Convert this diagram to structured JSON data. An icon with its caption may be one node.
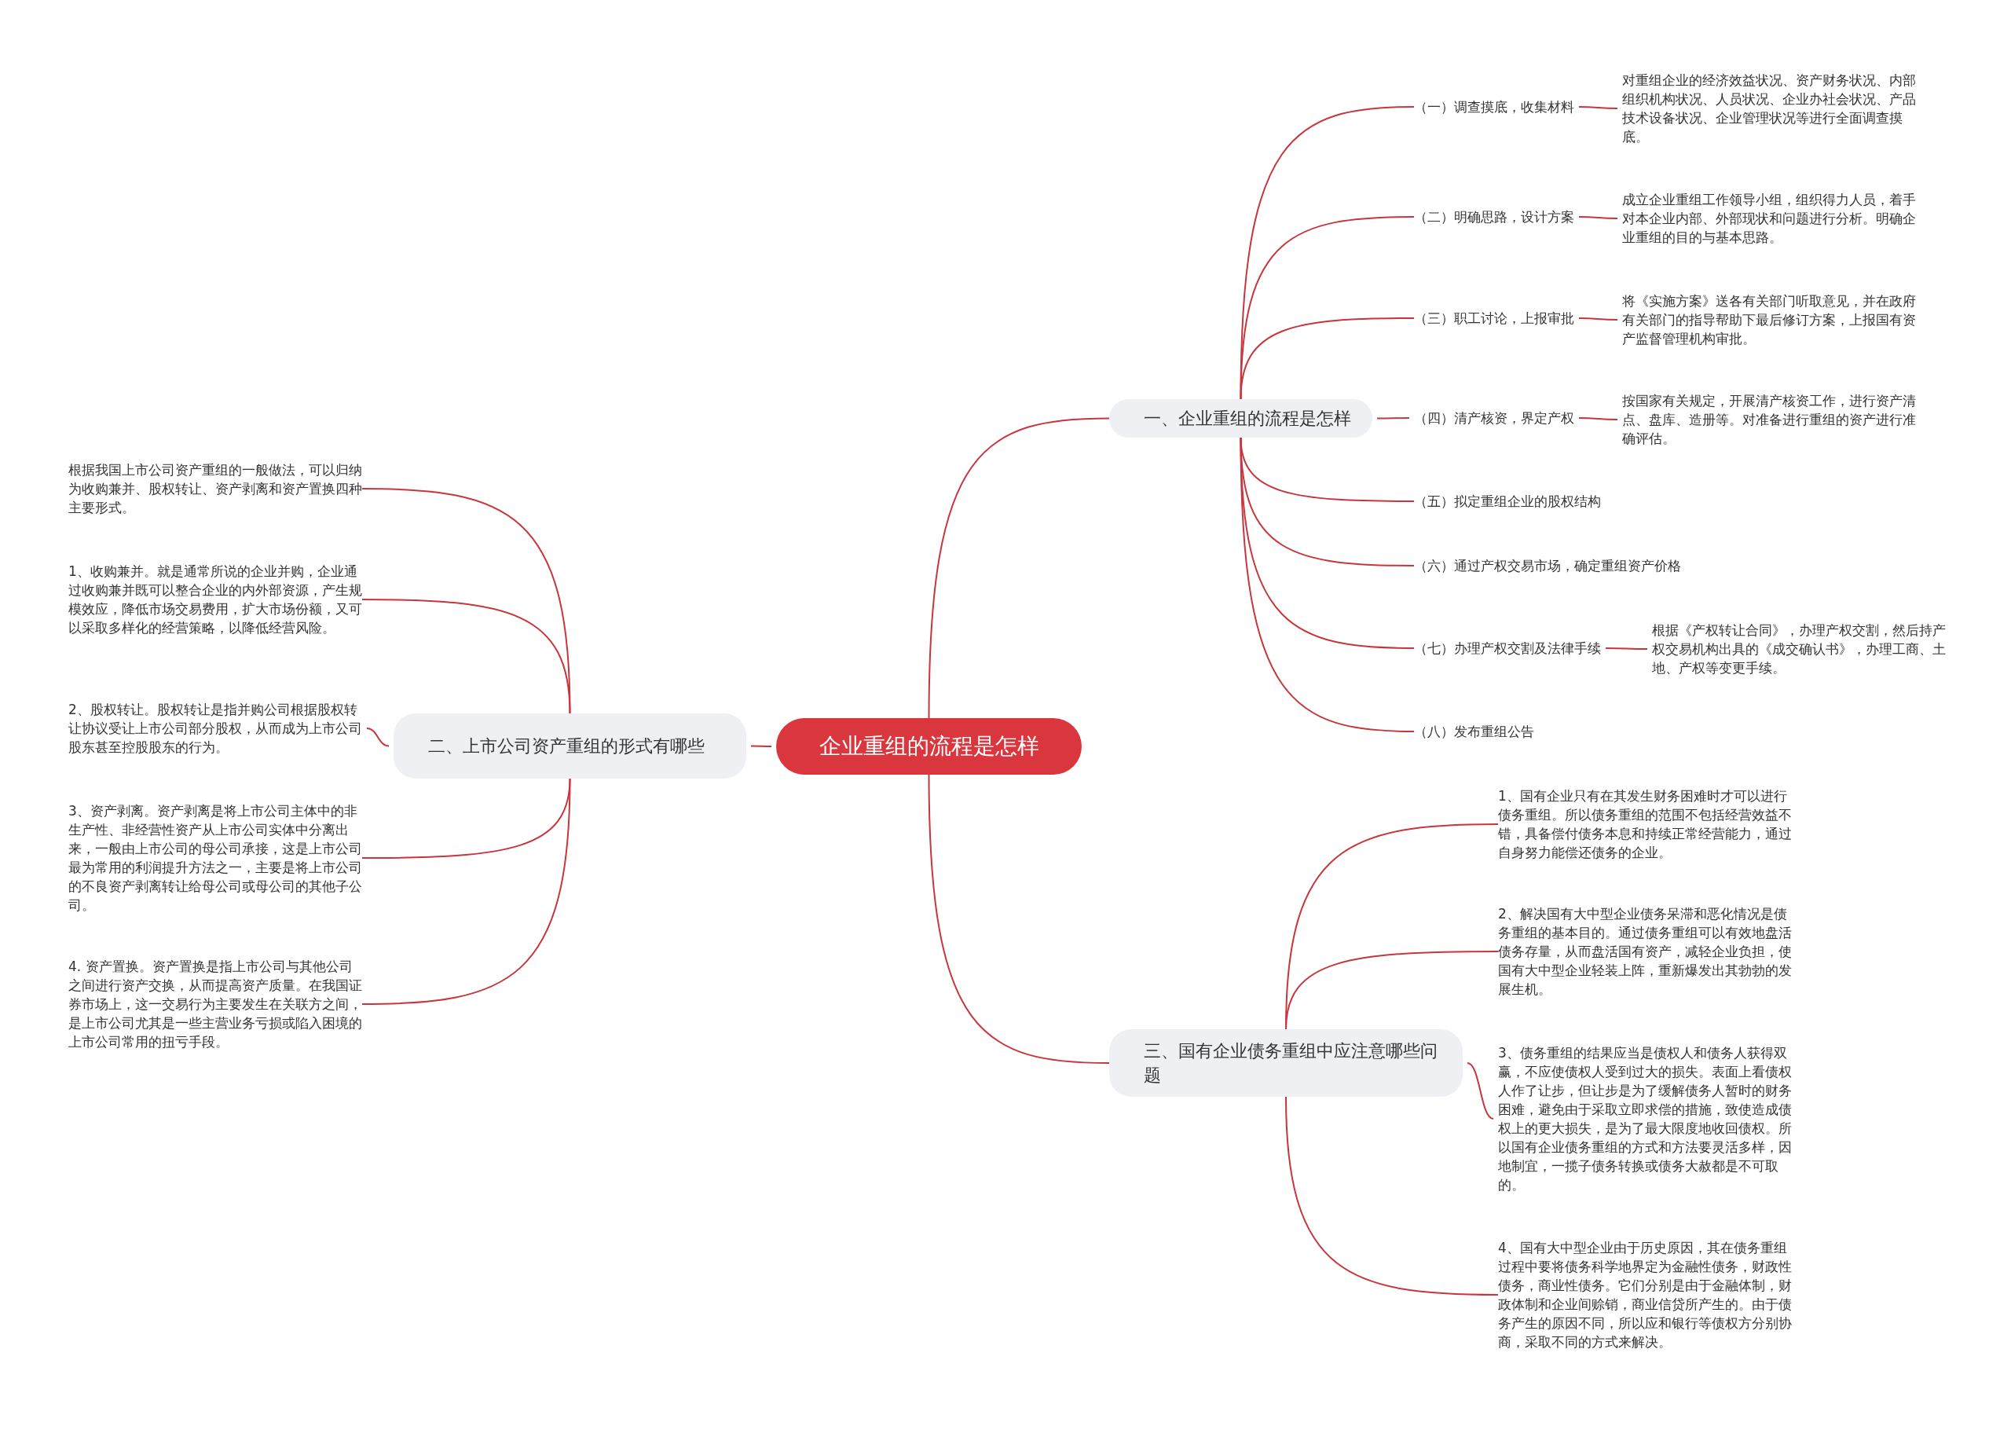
{
  "diagram": {
    "nodes": [
      {
        "text": [
          "企业重组的流程是怎样"
        ]
      },
      {
        "text": [
          "一、企业重组的流程是怎样"
        ]
      },
      {
        "text": [
          "（一）调查摸底，收集材料"
        ]
      },
      {
        "text": [
          "对重组企业的经济效益状况、资产财务状况、内部组织机构状况、人员状况、企业办社会状况、产品技术设备状况、企业管理状况等进行全面调查摸底。"
        ]
      },
      {
        "text": [
          "（二）明确思路，设计方案"
        ]
      },
      {
        "text": [
          "成立企业重组工作领导小组，组织得力人员，着手对本企业内部、外部现状和问题进行分析。明确企业重组的目的与基本思路。"
        ]
      },
      {
        "text": [
          "（三）职工讨论，上报审批"
        ]
      },
      {
        "text": [
          "将《实施方案》送各有关部门听取意见，并在政府有关部门的指导帮助下最后修订方案，上报国有资产监督管理机构审批。"
        ]
      },
      {
        "text": [
          "（四）清产核资，界定产权"
        ]
      },
      {
        "text": [
          "按国家有关规定，开展清产核资工作，进行资产清点、盘库、造册等。对准备进行重组的资产进行准确评估。"
        ]
      },
      {
        "text": [
          "（五）拟定重组企业的股权结构"
        ]
      },
      {
        "text": [
          "（六）通过产权交易市场，确定重组资产价格"
        ]
      },
      {
        "text": [
          "（七）办理产权交割及法律手续"
        ]
      },
      {
        "text": [
          "根据《产权转让合同》，办理产权交割，然后持产权交易机构出具的《成交确认书》，办理工商、土地、产权等变更手续。"
        ]
      },
      {
        "text": [
          "（八）发布重组公告"
        ]
      },
      {
        "text": [
          "二、上市公司资产重组的形式有哪些"
        ]
      },
      {
        "text": [
          "根据我国上市公司资产重组的一般做法，可以归纳为收购兼并、股权转让、资产剥离和资产置换四种主要形式。"
        ]
      },
      {
        "text": [
          "1、收购兼并。就是通常所说的企业并购，企业通过收购兼并既可以整合企业的内外部资源，产生规模效应，降低市场交易费用，扩大市场份额，又可以采取多样化的经营策略，以降低经营风险。"
        ]
      },
      {
        "text": [
          "2、股权转让。股权转让是指并购公司根据股权转让协议受让上市公司部分股权，从而成为上市公司股东甚至控股股东的行为。"
        ]
      },
      {
        "text": [
          "3、资产剥离。资产剥离是将上市公司主体中的非生产性、非经营性资产从上市公司实体中分离出来，一般由上市公司的母公司承接，这是上市公司最为常用的利润提升方法之一，主要是将上市公司的不良资产剥离转让给母公司或母公司的其他子公司。"
        ]
      },
      {
        "text": [
          "4. 资产置换。资产置换是指上市公司与其他公司之间进行资产交换，从而提高资产质量。在我国证券市场上，这一交易行为主要发生在关联方之间，是上市公司尤其是一些主营业务亏损或陷入困境的上市公司常用的扭亏手段。"
        ]
      },
      {
        "text": [
          "三、国有企业债务重组中应注意哪些问题"
        ]
      },
      {
        "text": [
          "1、国有企业只有在其发生财务困难时才可以进行债务重组。所以债务重组的范围不包括经营效益不错，具备偿付债务本息和持续正常经营能力，通过自身努力能偿还债务的企业。"
        ]
      },
      {
        "text": [
          "2、解决国有大中型企业债务呆滞和恶化情况是债务重组的基本目的。通过债务重组可以有效地盘活债务存量，从而盘活国有资产，减轻企业负担，使国有大中型企业轻装上阵，重新爆发出其勃勃的发展生机。"
        ]
      },
      {
        "text": [
          "3、债务重组的结果应当是债权人和债务人获得双赢，不应使债权人受到过大的损失。表面上看债权人作了让步，但让步是为了缓解债务人暂时的财务困难，避免由于采取立即求偿的措施，致使造成债权上的更大损失，是为了最大限度地收回债权。所以国有企业债务重组的方式和方法要灵活多样，因地制宜，一揽子债务转换或债务大赦都是不可取的。"
        ]
      },
      {
        "text": [
          "4、国有大中型企业由于历史原因，其在债务重组过程中要将债务科学地界定为金融性债务，财政性债务，商业性债务。它们分别是由于金融体制，财政体制和企业间赊销，商业信贷所产生的。由于债务产生的原因不同，所以应和银行等债权方分别协商，采取不同的方式来解决。"
        ]
      }
    ],
    "edges": [
      {
        "from": 0,
        "to": 1,
        "arrow": "none"
      },
      {
        "from": 1,
        "to": 2,
        "arrow": "none"
      },
      {
        "from": 2,
        "to": 3,
        "arrow": "none"
      },
      {
        "from": 1,
        "to": 4,
        "arrow": "none"
      },
      {
        "from": 4,
        "to": 5,
        "arrow": "none"
      },
      {
        "from": 1,
        "to": 6,
        "arrow": "none"
      },
      {
        "from": 6,
        "to": 7,
        "arrow": "none"
      },
      {
        "from": 1,
        "to": 8,
        "arrow": "none"
      },
      {
        "from": 8,
        "to": 9,
        "arrow": "none"
      },
      {
        "from": 1,
        "to": 10,
        "arrow": "none"
      },
      {
        "from": 1,
        "to": 11,
        "arrow": "none"
      },
      {
        "from": 1,
        "to": 12,
        "arrow": "none"
      },
      {
        "from": 12,
        "to": 13,
        "arrow": "none"
      },
      {
        "from": 1,
        "to": 14,
        "arrow": "none"
      },
      {
        "from": 0,
        "to": 15,
        "arrow": "none"
      },
      {
        "from": 15,
        "to": 16,
        "arrow": "none"
      },
      {
        "from": 15,
        "to": 17,
        "arrow": "none"
      },
      {
        "from": 15,
        "to": 18,
        "arrow": "none"
      },
      {
        "from": 15,
        "to": 19,
        "arrow": "none"
      },
      {
        "from": 15,
        "to": 20,
        "arrow": "none"
      },
      {
        "from": 0,
        "to": 21,
        "arrow": "none"
      },
      {
        "from": 21,
        "to": 22,
        "arrow": "none"
      },
      {
        "from": 21,
        "to": 23,
        "arrow": "none"
      },
      {
        "from": 21,
        "to": 24,
        "arrow": "none"
      },
      {
        "from": 21,
        "to": 25,
        "arrow": "none"
      }
    ]
  }
}
